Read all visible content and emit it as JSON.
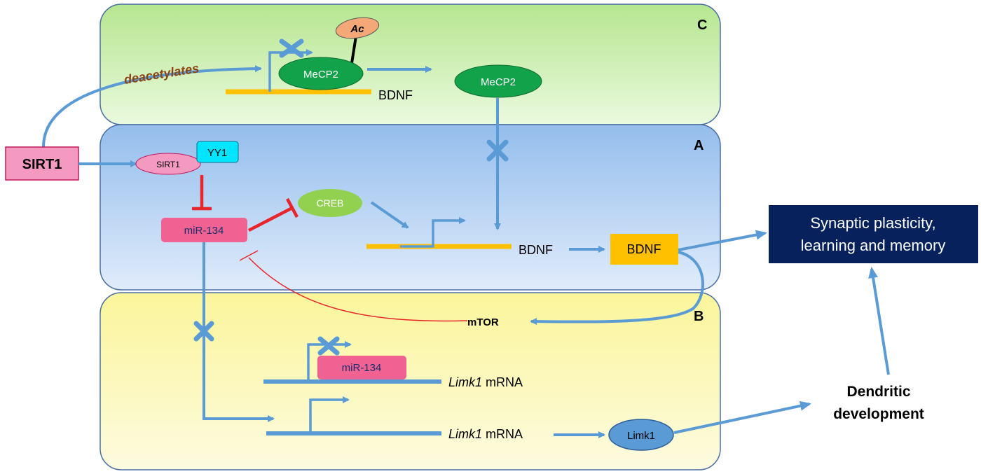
{
  "panels": {
    "c": {
      "letter": "C",
      "deacetylates": "deacetylates",
      "ac": "Ac",
      "mecp2_bound": "MeCP2",
      "bdnf_gene": "BDNF",
      "mecp2_free": "MeCP2"
    },
    "a": {
      "letter": "A",
      "yy1": "YY1",
      "sirt1": "SIRT1",
      "mir134": "miR-134",
      "creb": "CREB",
      "bdnf_gene": "BDNF",
      "bdnf_protein": "BDNF"
    },
    "b": {
      "letter": "B",
      "mtor": "mTOR",
      "mir134": "miR-134",
      "limk1_mrna_1_italic": "Limk1",
      "limk1_mrna_1_suffix": " mRNA",
      "limk1_mrna_2_italic": "Limk1",
      "limk1_mrna_2_suffix": " mRNA",
      "limk1": "Limk1"
    }
  },
  "outside": {
    "sirt1": "SIRT1",
    "synaptic_line1": "Synaptic plasticity,",
    "synaptic_line2": "learning and memory",
    "dendritic_line1": "Dendritic",
    "dendritic_line2": "development"
  },
  "colors": {
    "arrow_blue": "#5b9bd5",
    "inhibit_red": "#e8242c",
    "panel_c": "#d6f2b8",
    "panel_a": "#aacbf0",
    "panel_b": "#fbf6b4",
    "bdnf_gene_line": "#ffc000",
    "mecp2_green": "#12a24a",
    "creb_green": "#92d050",
    "mir134_pink": "#f06292",
    "sirt1_pink": "#f49ac1",
    "yy1_cyan": "#00e5ff",
    "ac_orange": "#f4a777",
    "bdnf_box": "#ffc000",
    "output_navy": "#06215c",
    "limk1_blue": "#5b9bd5",
    "deacetylates_brown": "#8b4513"
  }
}
